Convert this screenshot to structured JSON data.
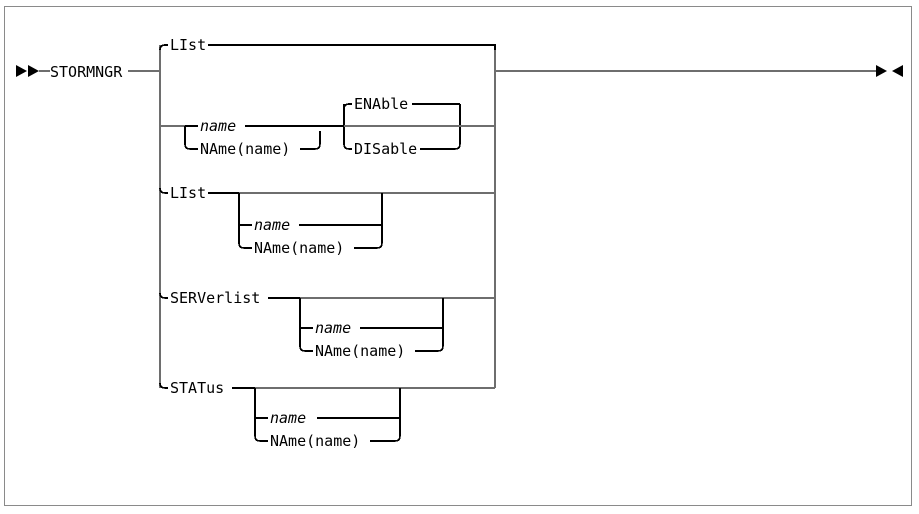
{
  "diagram": {
    "type": "railroad-syntax-diagram",
    "title": "STORMNGR command syntax",
    "start_terminator": "►►",
    "end_terminator": "►◄",
    "command": "STORMNGR",
    "colors": {
      "rail": "#6e6e6e",
      "rail_dark": "#000000",
      "text": "#000000",
      "border": "#8a8a8a",
      "background": "#ffffff"
    },
    "branches": [
      {
        "id": "branch-list-default",
        "label": "LIst",
        "style": "keyword",
        "row": "top-default"
      },
      {
        "id": "branch-name-enable",
        "alternatives": [
          {
            "id": "alt-name",
            "label": "name",
            "style": "variable"
          },
          {
            "id": "alt-name-paren",
            "label": "NAme(name)",
            "style": "mixed",
            "prefix": "NAme(",
            "inner": "name",
            "suffix": ")"
          }
        ],
        "toggle": {
          "id": "toggle-enable-disable",
          "options": [
            {
              "id": "opt-enable",
              "label": "ENAble",
              "style": "keyword",
              "default": true
            },
            {
              "id": "opt-disable",
              "label": "DISable",
              "style": "keyword",
              "default": false
            }
          ]
        }
      },
      {
        "id": "branch-list",
        "label": "LIst",
        "style": "keyword",
        "alternatives": [
          {
            "id": "alt-name",
            "label": "name",
            "style": "variable"
          },
          {
            "id": "alt-name-paren",
            "label": "NAme(name)",
            "style": "mixed",
            "prefix": "NAme(",
            "inner": "name",
            "suffix": ")"
          }
        ]
      },
      {
        "id": "branch-serverlist",
        "label": "SERVerlist",
        "style": "keyword",
        "alternatives": [
          {
            "id": "alt-name",
            "label": "name",
            "style": "variable"
          },
          {
            "id": "alt-name-paren",
            "label": "NAme(name)",
            "style": "mixed",
            "prefix": "NAme(",
            "inner": "name",
            "suffix": ")"
          }
        ]
      },
      {
        "id": "branch-status",
        "label": "STATus",
        "style": "keyword",
        "alternatives": [
          {
            "id": "alt-name",
            "label": "name",
            "style": "variable"
          },
          {
            "id": "alt-name-paren",
            "label": "NAme(name)",
            "style": "mixed",
            "prefix": "NAme(",
            "inner": "name",
            "suffix": ")"
          }
        ]
      }
    ],
    "labels": {
      "list": "LIst",
      "name": "name",
      "name_open": "NAme(",
      "name_close": ")",
      "enable": "ENAble",
      "disable": "DISable",
      "serverlist": "SERVerlist",
      "status": "STATus"
    }
  }
}
